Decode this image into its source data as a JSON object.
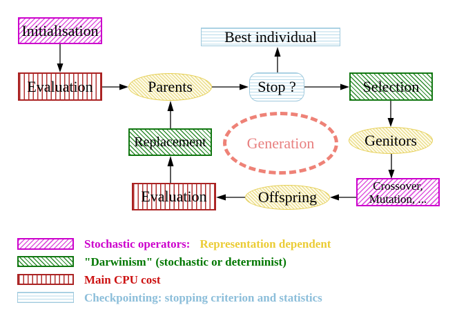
{
  "nodes": {
    "initialisation": "Initialisation",
    "best_individual": "Best individual",
    "evaluation_top": "Evaluation",
    "parents": "Parents",
    "stop": "Stop ?",
    "selection": "Selection",
    "replacement": "Replacement",
    "generation": "Generation",
    "genitors": "Genitors",
    "evaluation_bottom": "Evaluation",
    "offspring": "Offspring",
    "crossover_line1": "Crossover,",
    "crossover_line2": "Mutation, ..."
  },
  "legend": {
    "rows": [
      {
        "swatch": "magenta-diagonal-hatch",
        "label": "Stochastic operators:",
        "suffix": "Representation dependent"
      },
      {
        "swatch": "green-diagonal-hatch",
        "label": "\"Darwinism\" (stochastic or determinist)",
        "suffix": ""
      },
      {
        "swatch": "red-vertical-lines",
        "label": "Main CPU cost",
        "suffix": ""
      },
      {
        "swatch": "cyan-horizontal-lines",
        "label": "Checkpointing: stopping criterion and statistics",
        "suffix": ""
      }
    ]
  },
  "colors": {
    "magenta": "#cc00cc",
    "gold": "#ebcc35",
    "green": "#007700",
    "red": "#cc1111",
    "light_blue": "#8cbeda",
    "coral": "#ee8277",
    "yellow_node_border": "#e6cf52",
    "arrow_black": "#000000"
  }
}
